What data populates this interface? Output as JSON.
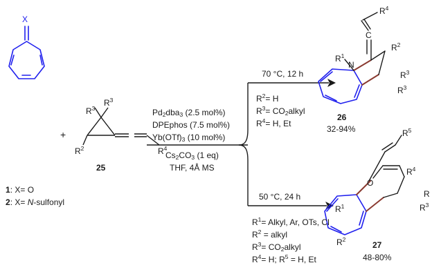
{
  "starting_materials": {
    "ring_x_label": "X",
    "substituent_labels": [
      "R",
      "3",
      "R",
      "3",
      "R",
      "2",
      "R",
      "4"
    ],
    "plus": "+",
    "compound_25": "25",
    "legend_1_num": "1",
    "legend_1_text": ": X= O",
    "legend_2_num": "2",
    "legend_2_prefix": ": X= ",
    "legend_2_italic": "N",
    "legend_2_suffix": "-sulfonyl"
  },
  "conditions": {
    "cat_a": "Pd",
    "cat_a_s1": "2",
    "cat_a_b": "dba",
    "cat_a_s2": "3",
    "cat_a_amt": " (2.5 mol%)",
    "ligand": "DPEphos (7.5 mol%)",
    "lewis": "Yb(OTf)",
    "lewis_s": "3",
    "lewis_amt": " (10 mol%)",
    "base": "Cs",
    "base_s": "2",
    "base_b": "CO",
    "base_s2": "3",
    "base_amt": " (1 eq)",
    "solvent": "THF, 4Å MS"
  },
  "upper_branch": {
    "condition": "70 °C, 12 h",
    "r2": "R",
    "r2_n": "2",
    "r2_v": "= H",
    "r3": "R",
    "r3_n": "3",
    "r3_v": "= CO",
    "r3_s": "2",
    "r3_t": "alkyl",
    "r4": "R",
    "r4_n": "4",
    "r4_v": "= H, Et",
    "product_id": "26",
    "yield": "32-94%",
    "struct_labels": [
      "R",
      "4",
      "C",
      "R",
      "2",
      "R",
      "1",
      "N",
      "R",
      "3",
      "R",
      "3"
    ]
  },
  "lower_branch": {
    "condition": "50 °C, 24 h",
    "l1": "R",
    "l1_n": "1",
    "l1_v": "= Alkyl, Ar, OTs, Cl",
    "l2": "R",
    "l2_n": "2",
    "l2_v": " = alkyl",
    "l3": "R",
    "l3_n": "3",
    "l3_v": "= CO",
    "l3_s": "2",
    "l3_t": "alkyl",
    "l4": "R",
    "l4_n": "4",
    "l4_v": "= H; R",
    "l4_n2": "5",
    "l4_v2": " = H, Et",
    "product_id": "27",
    "yield": "48-80%",
    "struct_labels": [
      "R",
      "5",
      "R",
      "4",
      "O",
      "R",
      "R",
      "1",
      "R",
      "3",
      "R",
      "2"
    ]
  },
  "colors": {
    "scaffold_blue": "#2020ee",
    "bond_brown": "#8a3a30",
    "ink": "#1a1a1a"
  }
}
